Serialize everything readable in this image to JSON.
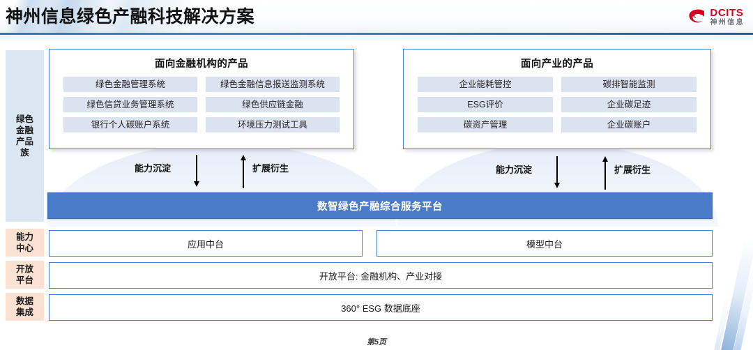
{
  "header": {
    "title": "神州信息绿色产融科技解决方案",
    "logo": {
      "en": "DCITS",
      "cn": "神州信息"
    }
  },
  "rail": {
    "product_family": "绿色金融产品族",
    "capability_center": "能力中心",
    "open_platform": "开放平台",
    "data_integration": "数据集成"
  },
  "panels": [
    {
      "title": "面向金融机构的产品",
      "items": [
        "绿色金融管理系统",
        "绿色金融信息报送监测系统",
        "绿色信贷业务管理系统",
        "绿色供应链金融",
        "银行个人碳账户系统",
        "环境压力测试工具"
      ]
    },
    {
      "title": "面向产业的产品",
      "items": [
        "企业能耗管控",
        "碳排智能监测",
        "ESG评价",
        "企业碳足迹",
        "碳资产管理",
        "企业碳账户"
      ]
    }
  ],
  "flow": {
    "down_label": "能力沉淀",
    "up_label": "扩展衍生"
  },
  "platform": {
    "label": "数智绿色产融综合服务平台"
  },
  "layers": {
    "app_middle": "应用中台",
    "model_middle": "模型中台",
    "open_platform": "开放平台: 金融机构、产业对接",
    "data_base": "360° ESG 数据底座"
  },
  "footer": {
    "page": "第5页"
  },
  "colors": {
    "accent_blue": "#4a7bc8",
    "panel_border": "#4a7fd0",
    "chip_fill": "#dbe2f0",
    "rail_blue": "#dbe6f3",
    "rail_peach": "#fbe1d2",
    "logo_red": "#d4021d"
  }
}
